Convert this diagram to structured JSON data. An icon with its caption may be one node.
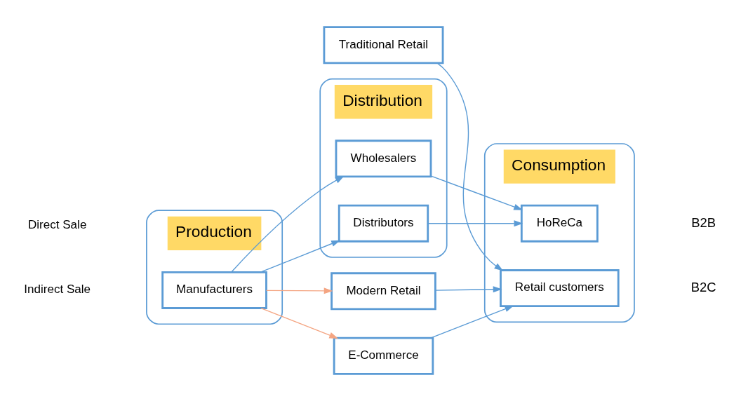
{
  "diagram": {
    "nodes": [
      {
        "text": [
          "Production"
        ]
      },
      {
        "text": [
          "Manufacturers"
        ],
        "in": 0
      },
      {
        "text": [
          "Distribution"
        ]
      },
      {
        "text": [
          "Wholesalers"
        ],
        "in": 2
      },
      {
        "text": [
          "Distributors"
        ],
        "in": 2
      },
      {
        "text": [
          "Consumption"
        ]
      },
      {
        "text": [
          "HoReCa"
        ],
        "in": 5
      },
      {
        "text": [
          "Retail customers"
        ],
        "in": 5
      },
      {
        "text": [
          "Traditional Retail"
        ]
      },
      {
        "text": [
          "Modern Retail"
        ]
      },
      {
        "text": [
          "E-Commerce"
        ]
      }
    ],
    "edges": [
      {
        "from": 1,
        "to": 3,
        "arrow": "to"
      },
      {
        "from": 1,
        "to": 4,
        "arrow": "to"
      },
      {
        "from": 3,
        "to": 6,
        "arrow": "to"
      },
      {
        "from": 4,
        "to": 6,
        "arrow": "to"
      },
      {
        "from": 8,
        "to": 7,
        "arrow": "to"
      },
      {
        "from": 9,
        "to": 7,
        "arrow": "to"
      },
      {
        "from": 10,
        "to": 7,
        "arrow": "to"
      },
      {
        "from": 1,
        "to": 9,
        "arrow": "to",
        "color": "#f4a582"
      },
      {
        "from": 1,
        "to": 10,
        "arrow": "to",
        "color": "#f4a582"
      }
    ],
    "labels": [
      "B2B",
      "B2C"
    ],
    "legend": [
      {
        "text": "Direct Sale"
      },
      {
        "text": "Indirect Sale"
      }
    ]
  }
}
